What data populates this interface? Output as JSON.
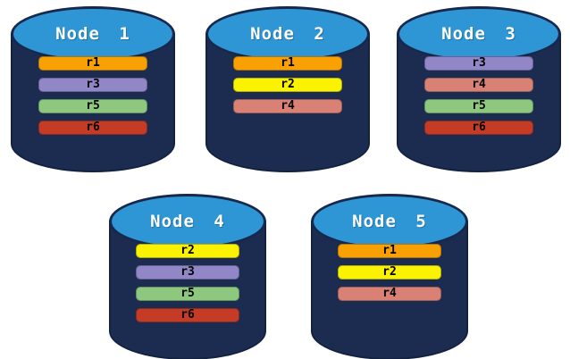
{
  "diagram": {
    "description": "Five database nodes showing replica placement",
    "colors": {
      "cylinder_body": "#1c2c50",
      "cylinder_top": "#2e96d5",
      "cylinder_outline": "#16294d",
      "title_text": "#ffffff",
      "bar_text": "#000000"
    },
    "replica_colors": {
      "r1": "#f9a102",
      "r2": "#faf201",
      "r3": "#9186c6",
      "r4": "#d98174",
      "r5": "#8ec87e",
      "r6": "#c43c25"
    },
    "nodes": [
      {
        "label": "Node 1",
        "replicas": [
          "r1",
          "r3",
          "r5",
          "r6"
        ]
      },
      {
        "label": "Node 2",
        "replicas": [
          "r1",
          "r2",
          "r4"
        ]
      },
      {
        "label": "Node 3",
        "replicas": [
          "r3",
          "r4",
          "r5",
          "r6"
        ]
      },
      {
        "label": "Node 4",
        "replicas": [
          "r2",
          "r3",
          "r5",
          "r6"
        ]
      },
      {
        "label": "Node 5",
        "replicas": [
          "r1",
          "r2",
          "r4"
        ]
      }
    ]
  }
}
